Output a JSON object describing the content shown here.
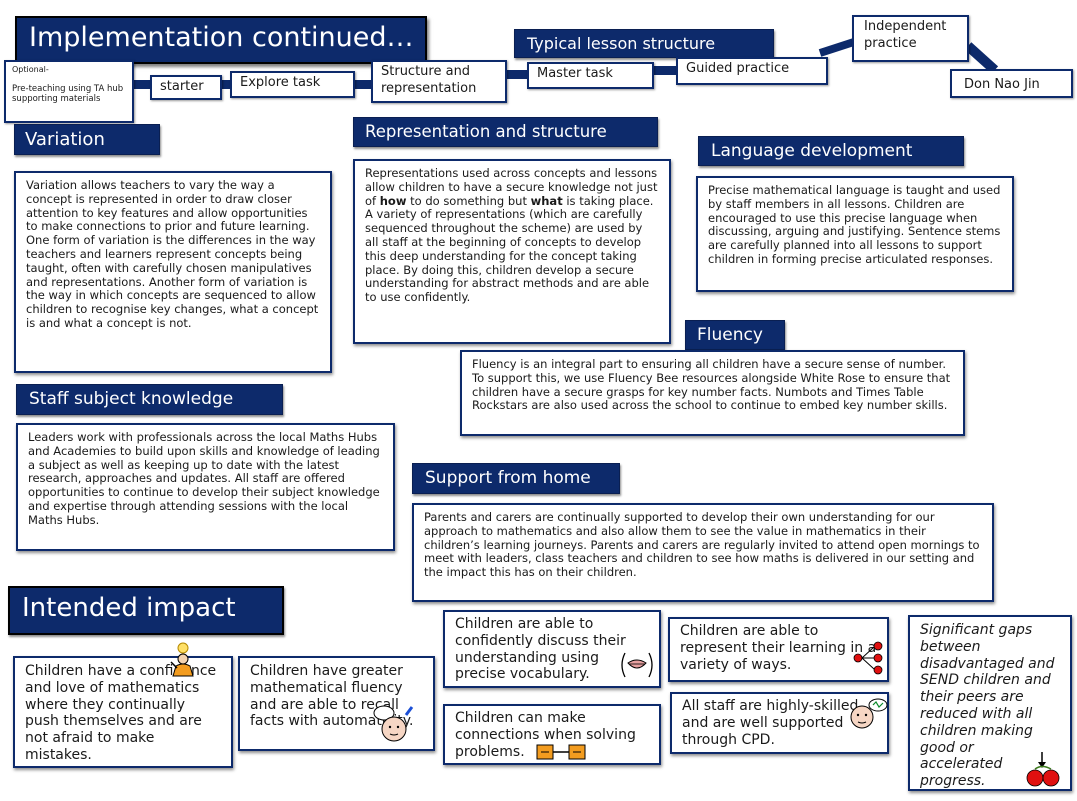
{
  "title": "Implementation continued…",
  "flow": {
    "optional": "Optional-",
    "optional_detail": "Pre-teaching using TA hub supporting materials",
    "starter": "starter",
    "explore": "Explore task",
    "structure": "Structure and representation",
    "typical": "Typical lesson structure",
    "master": "Master task",
    "guided": "Guided practice",
    "independent": "Independent practice",
    "don_nao_jin": "Don Nao Jin"
  },
  "variation": {
    "heading": "Variation",
    "text": "Variation allows teachers to vary the way a concept is represented in order to draw closer attention to key features and allow opportunities to make connections to prior and future learning. One form of variation is the differences in the way teachers and learners represent concepts being taught, often with carefully chosen manipulatives and representations. Another form of variation is the way in which concepts are sequenced to allow children to recognise key changes, what a concept is and what a concept is not."
  },
  "representation": {
    "heading": "Representation and structure",
    "p1": "Representations used across concepts and lessons allow children to have a secure knowledge not just of ",
    "how": "how",
    "p2": " to do something but ",
    "what": "what",
    "p3": " is taking place. A variety of representations (which are carefully sequenced throughout the scheme) are used by all staff at the beginning of concepts to develop this deep understanding for the concept taking place. By doing this, children develop a secure understanding for abstract methods and are able to use confidently."
  },
  "language": {
    "heading": "Language development",
    "text": "Precise mathematical language is taught and used by staff members in all lessons. Children are encouraged to use this precise language when discussing, arguing and justifying. Sentence stems are carefully planned into all lessons to support children in forming precise articulated responses."
  },
  "fluency": {
    "heading": "Fluency",
    "text": "Fluency is an integral part to ensuring all children have a secure sense of number. To support this, we use Fluency Bee resources alongside White Rose to ensure that children have a secure grasps for key number facts. Numbots and Times Table Rockstars are also used across the school to continue to embed key number skills."
  },
  "staff": {
    "heading": "Staff subject knowledge",
    "text": "Leaders work with professionals across the local Maths Hubs and Academies to build upon skills and knowledge of leading a subject as well as keeping up to date with the latest research, approaches and updates. All staff are offered opportunities to continue to develop their subject knowledge and expertise through attending sessions with the local Maths Hubs."
  },
  "home": {
    "heading": "Support from home",
    "text": "Parents and carers are continually supported to develop their own understanding for our approach to mathematics and also allow them to see the value in mathematics in their children’s learning journeys. Parents and carers are regularly invited to attend open mornings to meet with leaders, class teachers and children to see how maths is delivered in our setting and the impact this has on their children."
  },
  "impact": {
    "heading": "Intended impact",
    "confidence": "Children have a confidence and love of mathematics where they continually push themselves and are not afraid to make mistakes.",
    "fluency": "Children have greater mathematical fluency and are able to recall facts with automaticity.",
    "discuss": "Children are able to confidently discuss their understanding using precise vocabulary.",
    "connections": "Children can make connections when solving problems.",
    "represent": "Children are able to represent their learning in a variety of ways.",
    "staff": "All staff are highly-skilled and are well supported through CPD.",
    "gaps": "Significant gaps between disadvantaged and SEND children and their peers are reduced with all children making good or accelerated progress."
  },
  "icons": [
    "lightbulb-person-icon",
    "thinking-face-icon",
    "speaking-mouth-icon",
    "connection-icon",
    "representation-network-icon",
    "skilled-face-icon",
    "progress-arrow-icon"
  ],
  "colors": {
    "navy": "#0d2a6b",
    "orange": "#f39c1f",
    "red": "#e01010"
  }
}
